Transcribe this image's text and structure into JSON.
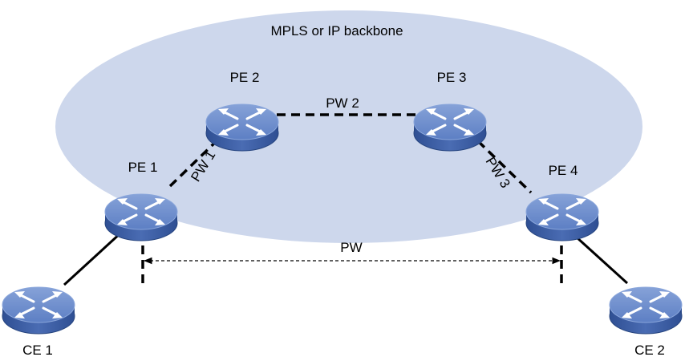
{
  "backbone": {
    "label": "MPLS or IP backbone"
  },
  "devices": {
    "pe1": {
      "label": "PE 1"
    },
    "pe2": {
      "label": "PE 2"
    },
    "pe3": {
      "label": "PE 3"
    },
    "pe4": {
      "label": "PE 4"
    },
    "ce1": {
      "label": "CE 1"
    },
    "ce2": {
      "label": "CE 2"
    }
  },
  "links": {
    "pw1": {
      "label": "PW 1"
    },
    "pw2": {
      "label": "PW 2"
    },
    "pw3": {
      "label": "PW 3"
    },
    "pw_end_to_end": {
      "label": "PW"
    }
  },
  "colors": {
    "backbone_fill": "#cdd7ec",
    "device_top": "#6f8fce",
    "device_side": "#3d5fa6",
    "arrow_white": "#ffffff"
  },
  "icons": {
    "device": "router-icon"
  }
}
